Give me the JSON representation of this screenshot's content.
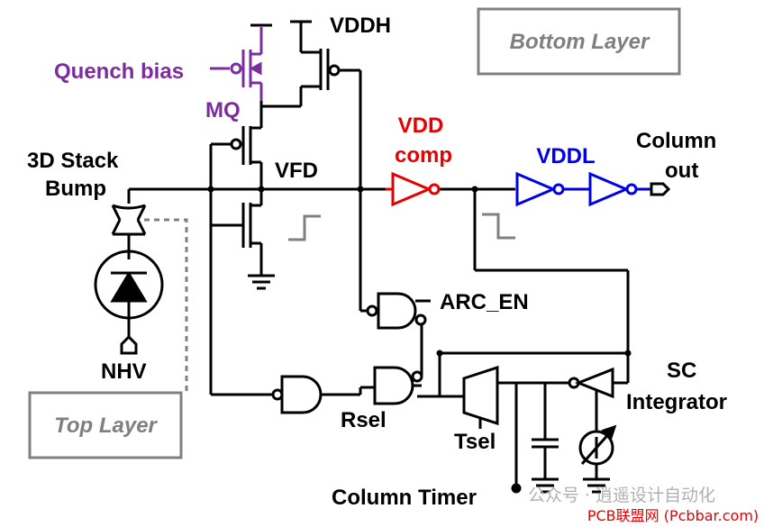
{
  "labels": {
    "quench_bias": "Quench bias",
    "mq": "MQ",
    "vddh": "VDDH",
    "stack_bump": [
      "3D Stack",
      "Bump"
    ],
    "vfd": "VFD",
    "vdd_comp": [
      "VDD",
      "comp"
    ],
    "vddl": "VDDL",
    "column_out": [
      "Column",
      "out"
    ],
    "nhv": "NHV",
    "arc_en": "ARC_EN",
    "rsel": "Rsel",
    "tsel": "Tsel",
    "sc_integrator": [
      "SC",
      "Integrator"
    ],
    "column_timer": "Column Timer",
    "top_layer": "Top Layer",
    "bottom_layer": "Bottom Layer",
    "watermark_1": "公众号 · 逍遥设计自动化",
    "watermark_2": "PCB联盟网 (Pcbbar.com)"
  },
  "colors": {
    "wire": "#000000",
    "quench": "#7b2d9e",
    "vdd_comp": "#e60000",
    "vddl": "#0000e6",
    "layer_box": "#808080",
    "layer_text": "#7f7f7f",
    "watermark_red": "#e60000",
    "watermark_gray": "#b0b0b0"
  }
}
